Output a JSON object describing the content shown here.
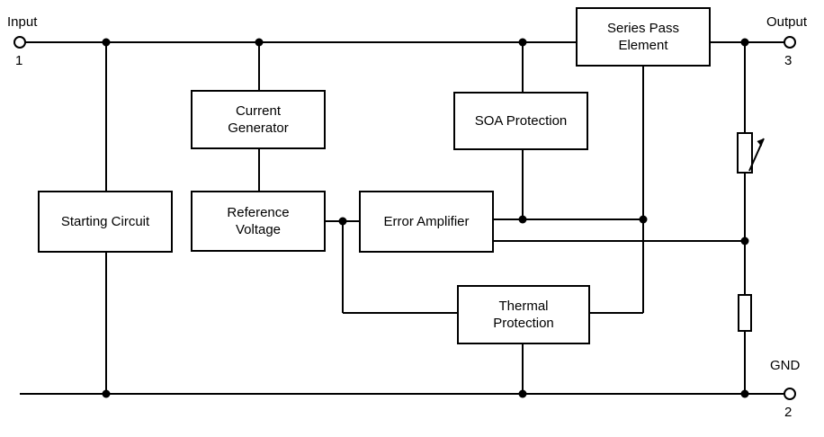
{
  "terminals": {
    "input": {
      "label": "Input",
      "pin": "1"
    },
    "output": {
      "label": "Output",
      "pin": "3"
    },
    "gnd": {
      "label": "GND",
      "pin": "2"
    }
  },
  "blocks": {
    "series_pass": {
      "label": "Series Pass\nElement"
    },
    "current_generator": {
      "label": "Current\nGenerator"
    },
    "soa_protection": {
      "label": "SOA Protection"
    },
    "starting_circuit": {
      "label": "Starting Circuit"
    },
    "reference_voltage": {
      "label": "Reference\nVoltage"
    },
    "error_amplifier": {
      "label": "Error Amplifier"
    },
    "thermal_protection": {
      "label": "Thermal\nProtection"
    }
  },
  "colors": {
    "line": "#000000",
    "background": "#ffffff"
  }
}
